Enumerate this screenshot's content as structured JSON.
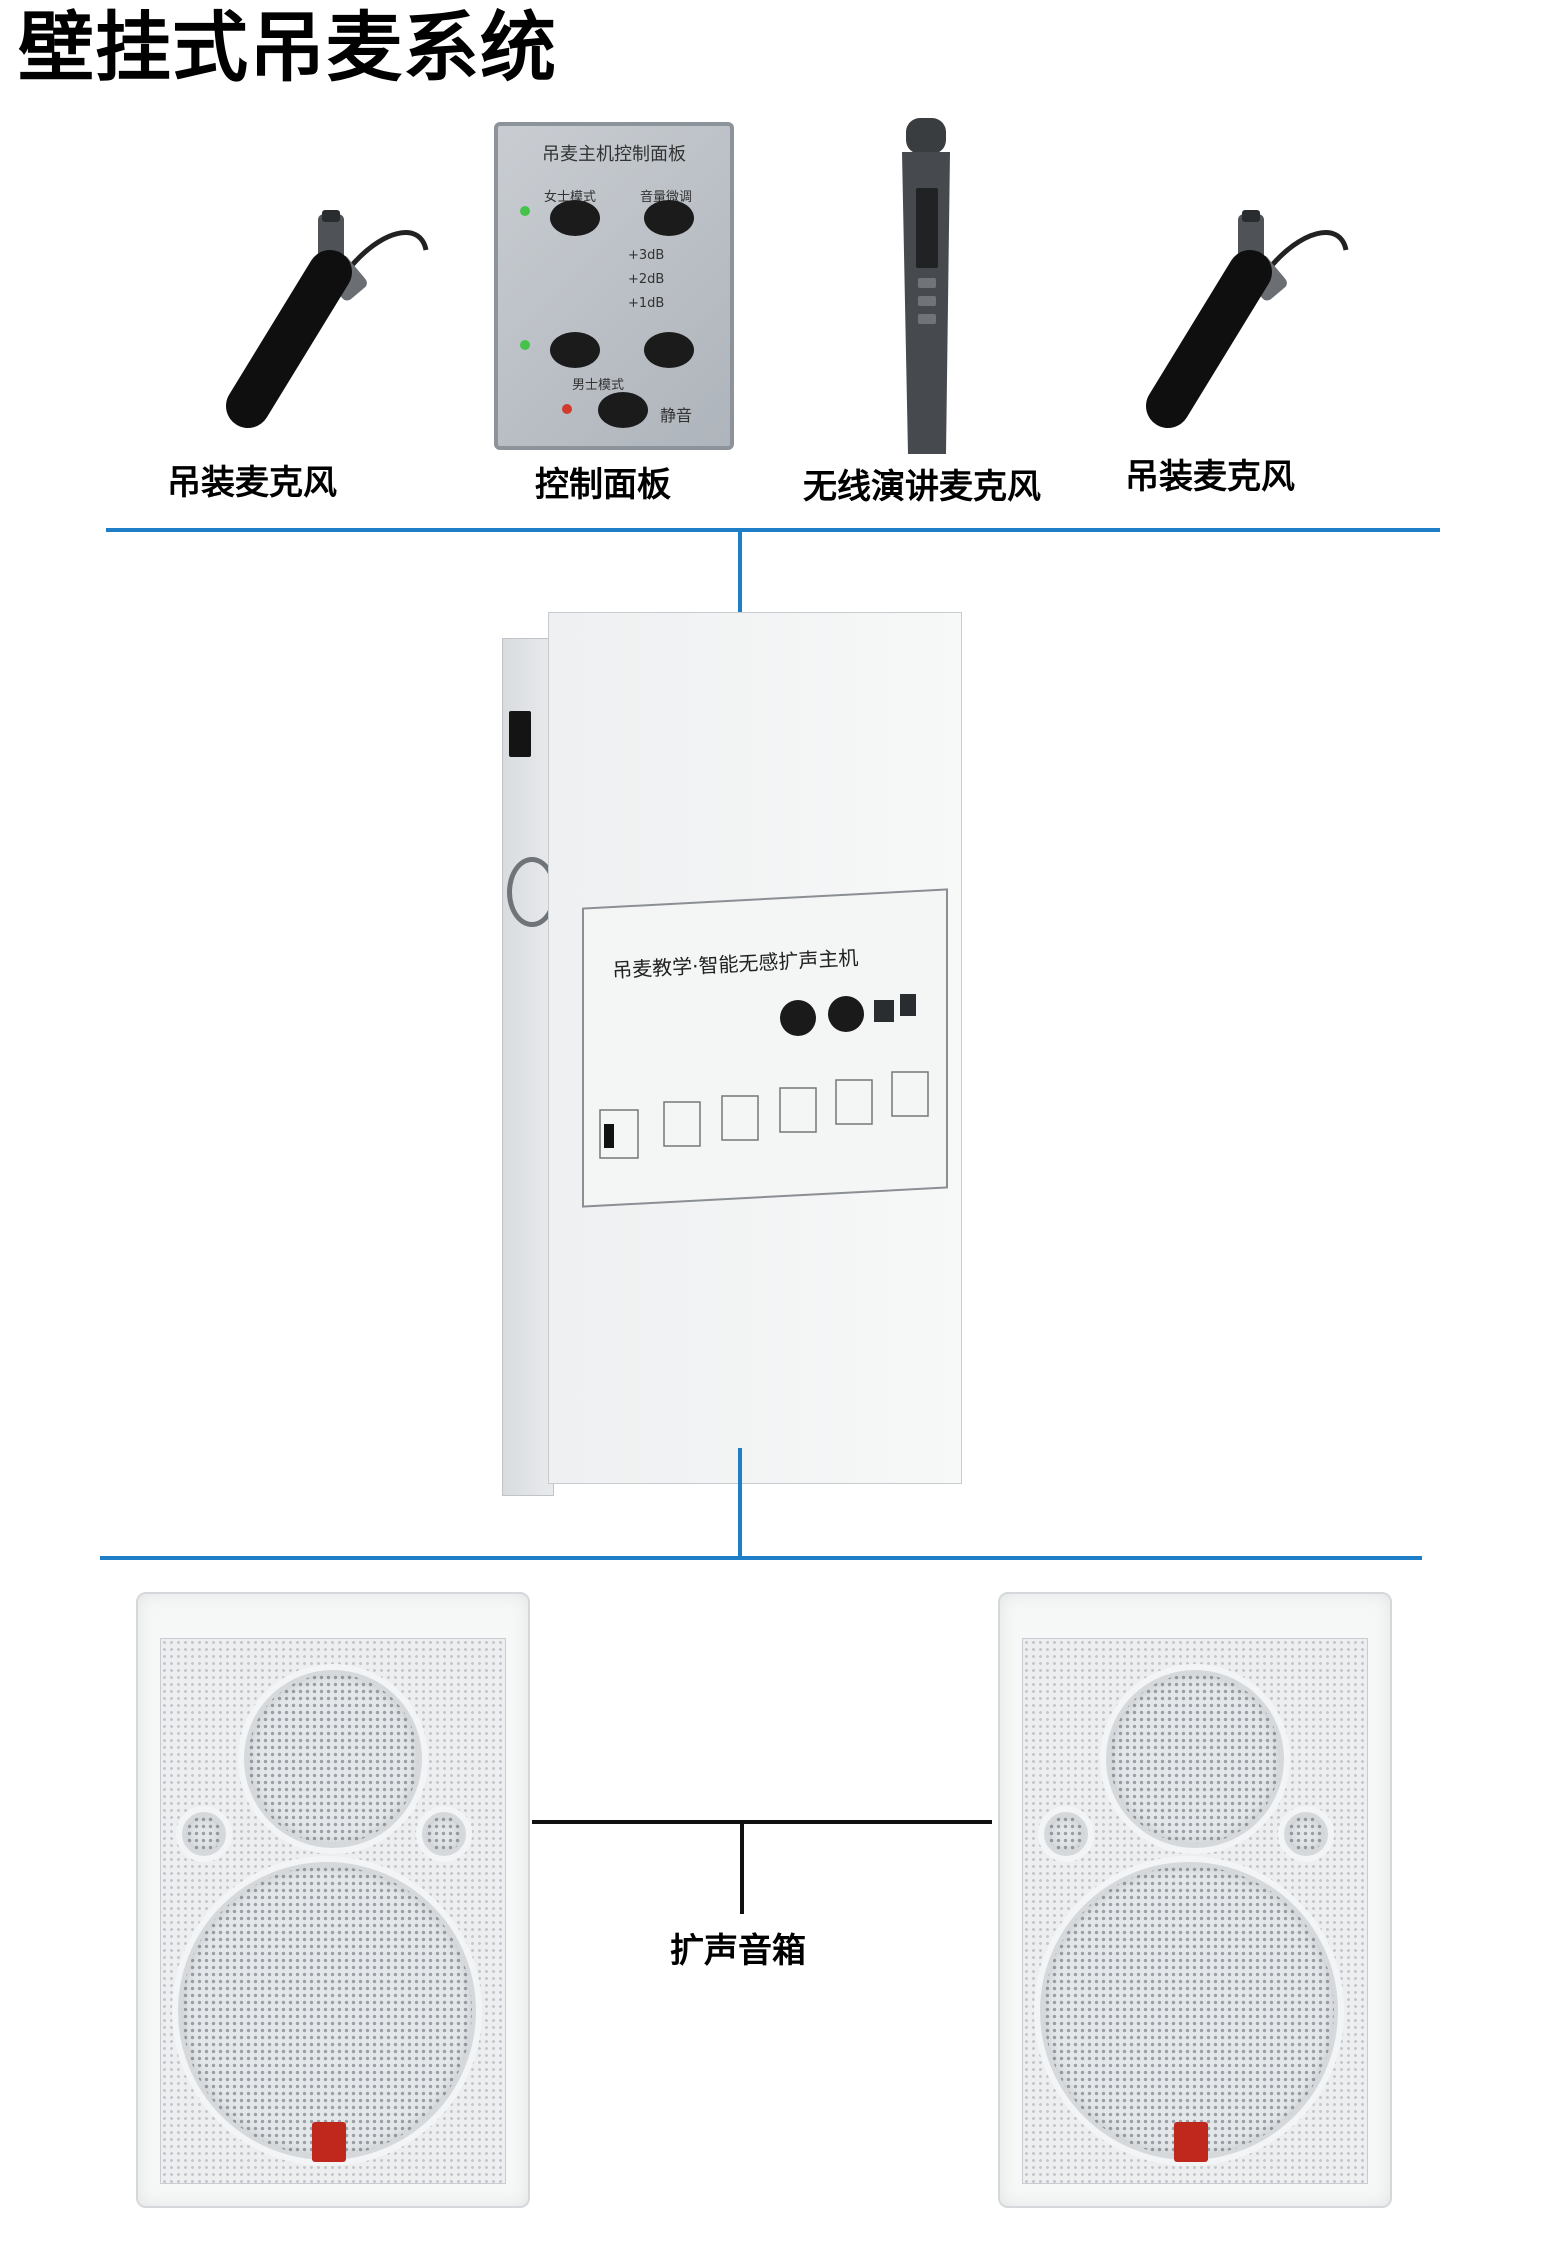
{
  "title": "壁挂式吊麦系统",
  "components": {
    "hanging_mic_left": "吊装麦克风",
    "control_panel": "控制面板",
    "wireless_mic": "无线演讲麦克风",
    "hanging_mic_right": "吊装麦克风",
    "speakers": "扩声音箱"
  },
  "control_panel_face": {
    "header": "吊麦主机控制面板",
    "female_mode": "女士模式",
    "volume_adjust": "音量微调",
    "male_mode": "男士模式",
    "mute": "静音",
    "levels": [
      "+3dB",
      "+2dB",
      "+1dB"
    ]
  },
  "amplifier_label": "吊麦教学·智能无感扩声主机",
  "colors": {
    "connector_blue": "#1f7fc6",
    "connector_black": "#111111"
  }
}
